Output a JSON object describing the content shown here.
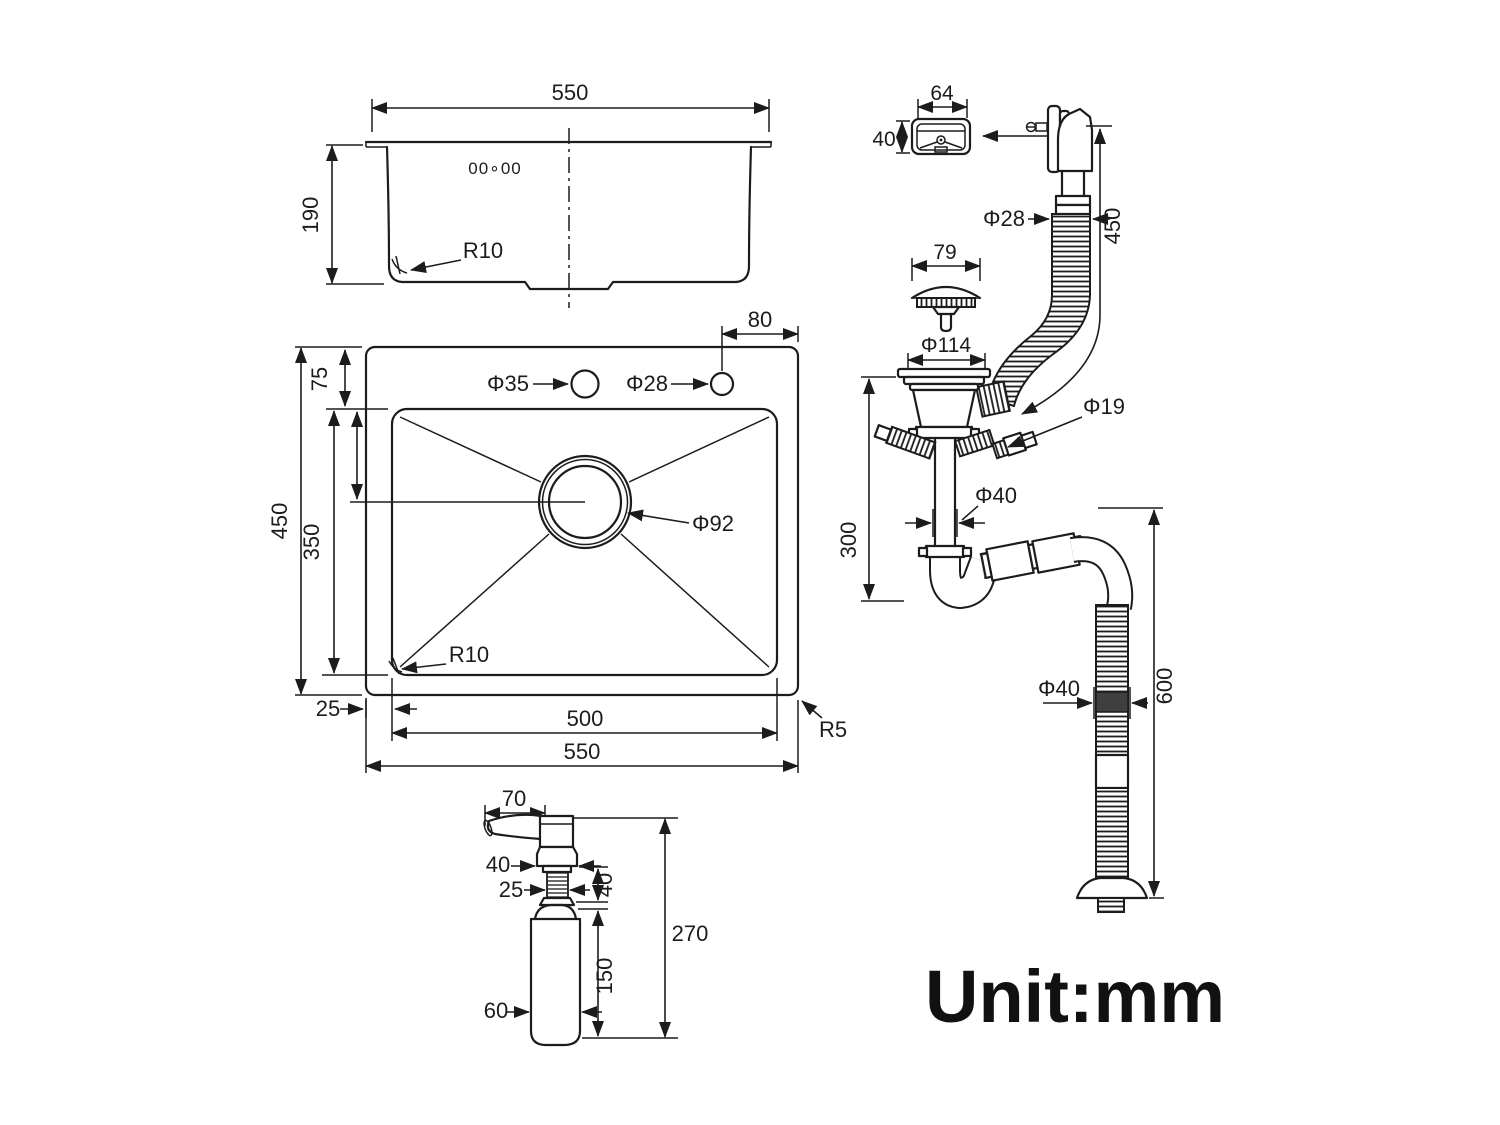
{
  "unit": {
    "label": "Unit:mm"
  },
  "side_view": {
    "width": "550",
    "height": "190",
    "corner_radius": "R10",
    "logo": "00∘00"
  },
  "plan_view": {
    "overall_height": "450",
    "rim_top": "75",
    "bowl_height": "350",
    "faucet_hole_dia": "Φ35",
    "soap_hole_dia": "Φ28",
    "soap_hole_offset": "80",
    "drain_dia": "Φ92",
    "bowl_corner_radius": "R10",
    "rim_left": "25",
    "bowl_width": "500",
    "overall_width": "550",
    "rim_corner_radius": "R5"
  },
  "dispenser": {
    "spout_length": "70",
    "head_width": "40",
    "thread_dia": "25",
    "neck_height": "40",
    "total_height": "270",
    "bottle_height": "150",
    "bottle_dia": "60"
  },
  "overflow": {
    "cover_width": "64",
    "cover_height": "40",
    "hose_dia": "Φ28",
    "hose_length": "450"
  },
  "strainer": {
    "basket_dia": "79"
  },
  "drain": {
    "flange_dia": "Φ114",
    "branch_dia": "Φ19",
    "tailpipe_dia": "Φ40",
    "trap_height": "300",
    "outlet_hose_dia": "Φ40",
    "outlet_hose_length": "600"
  }
}
